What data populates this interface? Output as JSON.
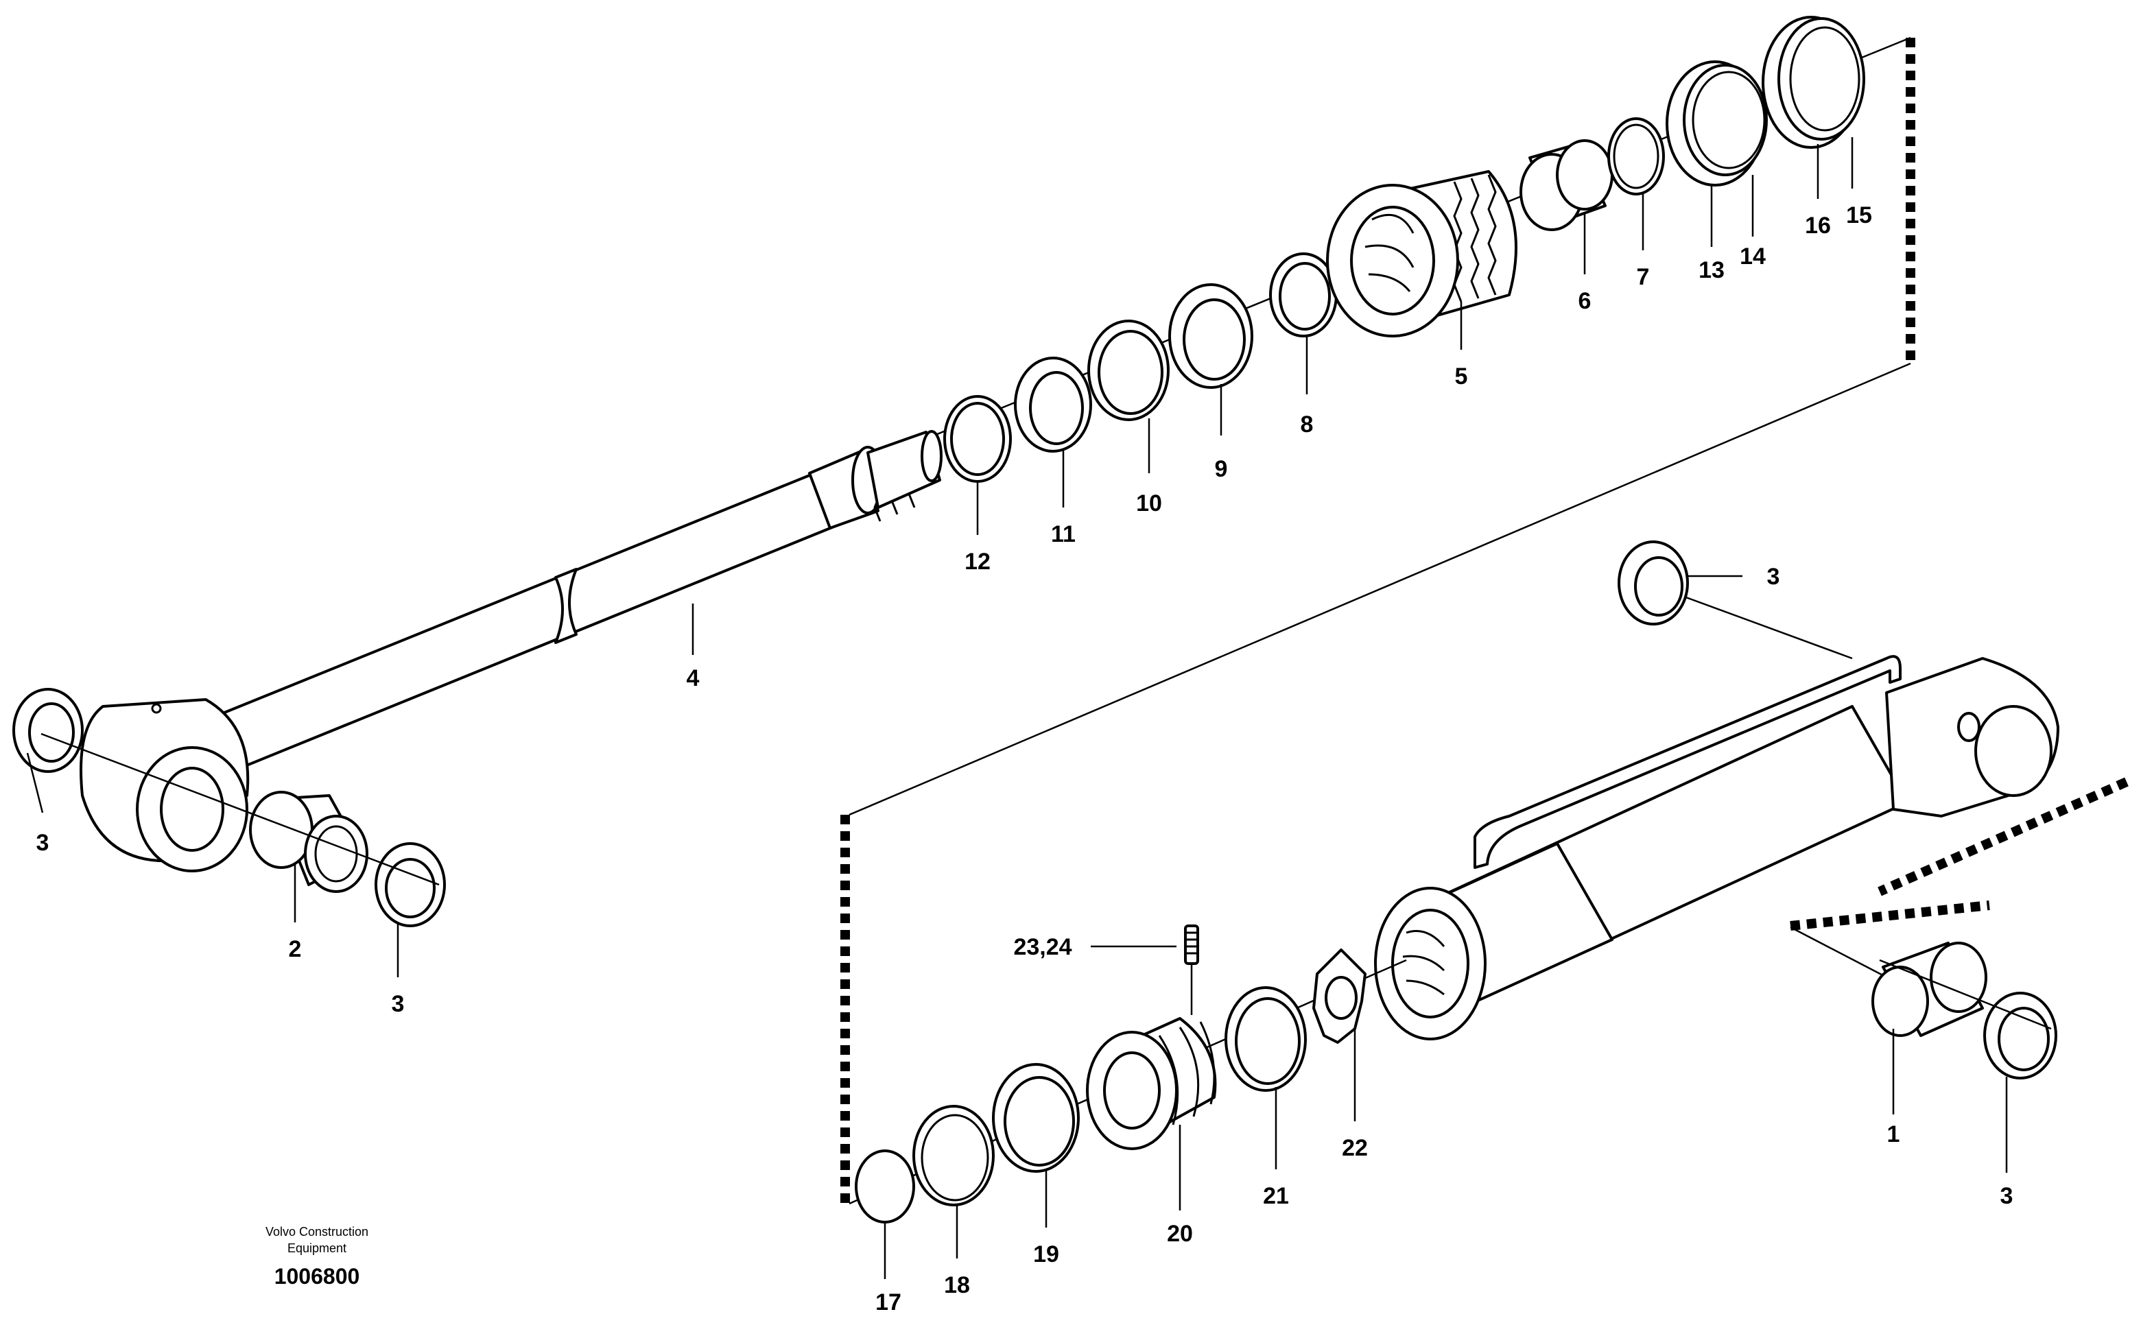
{
  "drawing": {
    "credit_line1": "Volvo Construction",
    "credit_line2": "Equipment",
    "drawing_number": "1006800"
  },
  "callouts": [
    {
      "id": "c1",
      "label": "1"
    },
    {
      "id": "c2",
      "label": "2"
    },
    {
      "id": "c3a",
      "label": "3"
    },
    {
      "id": "c3b",
      "label": "3"
    },
    {
      "id": "c3c",
      "label": "3"
    },
    {
      "id": "c3d",
      "label": "3"
    },
    {
      "id": "c4",
      "label": "4"
    },
    {
      "id": "c5",
      "label": "5"
    },
    {
      "id": "c6",
      "label": "6"
    },
    {
      "id": "c7",
      "label": "7"
    },
    {
      "id": "c8",
      "label": "8"
    },
    {
      "id": "c9",
      "label": "9"
    },
    {
      "id": "c10",
      "label": "10"
    },
    {
      "id": "c11",
      "label": "11"
    },
    {
      "id": "c12",
      "label": "12"
    },
    {
      "id": "c13",
      "label": "13"
    },
    {
      "id": "c14",
      "label": "14"
    },
    {
      "id": "c15",
      "label": "15"
    },
    {
      "id": "c16",
      "label": "16"
    },
    {
      "id": "c17",
      "label": "17"
    },
    {
      "id": "c18",
      "label": "18"
    },
    {
      "id": "c19",
      "label": "19"
    },
    {
      "id": "c20",
      "label": "20"
    },
    {
      "id": "c21",
      "label": "21"
    },
    {
      "id": "c22",
      "label": "22"
    },
    {
      "id": "c2324",
      "label": "23,24"
    }
  ]
}
